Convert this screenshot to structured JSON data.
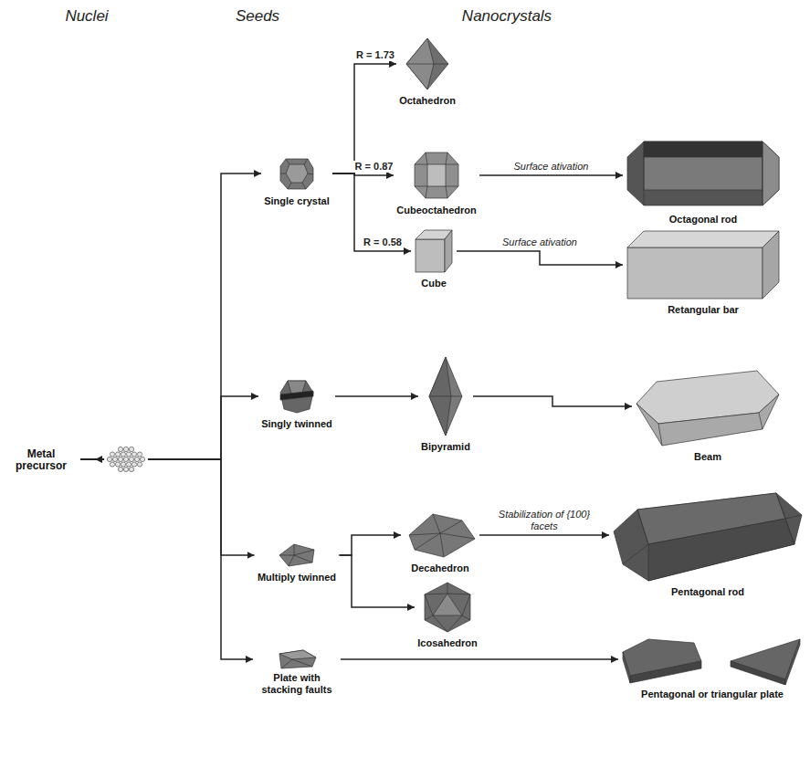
{
  "diagram": {
    "nodes": [
      {
        "text": [
          "Metal precursor"
        ]
      },
      {
        "text": [
          "Single crystal"
        ]
      },
      {
        "text": [
          "Octahedron"
        ]
      },
      {
        "text": [
          "Cubeoctahedron"
        ]
      },
      {
        "text": [
          "Octagonal rod"
        ]
      },
      {
        "text": [
          "Cube"
        ]
      },
      {
        "text": [
          "Retangular bar"
        ]
      },
      {
        "text": [
          "Singly twinned"
        ]
      },
      {
        "text": [
          "Bipyramid"
        ]
      },
      {
        "text": [
          "Beam"
        ]
      },
      {
        "text": [
          "Multiply twinned"
        ]
      },
      {
        "text": [
          "Decahedron"
        ]
      },
      {
        "text": [
          "Pentagonal rod"
        ]
      },
      {
        "text": [
          "Icosahedron"
        ]
      },
      {
        "text": [
          "Plate with stacking faults"
        ]
      },
      {
        "text": [
          "Pentagonal or triangular plate"
        ]
      }
    ],
    "edges": [
      {
        "from": 0,
        "to": 1,
        "arrow": "to"
      },
      {
        "from": 0,
        "to": 7,
        "arrow": "to"
      },
      {
        "from": 0,
        "to": 10,
        "arrow": "to"
      },
      {
        "from": 0,
        "to": 14,
        "arrow": "to"
      },
      {
        "from": 1,
        "to": 2,
        "label": "R = 1.73",
        "arrow": "to"
      },
      {
        "from": 1,
        "to": 3,
        "label": "R = 0.87",
        "arrow": "to"
      },
      {
        "from": 1,
        "to": 5,
        "label": "R = 0.58",
        "arrow": "to"
      },
      {
        "from": 3,
        "to": 4,
        "label": "Surface ativation",
        "arrow": "to"
      },
      {
        "from": 5,
        "to": 6,
        "label": "Surface ativation",
        "arrow": "to"
      },
      {
        "from": 7,
        "to": 8,
        "arrow": "to"
      },
      {
        "from": 8,
        "to": 9,
        "arrow": "to"
      },
      {
        "from": 10,
        "to": 11,
        "arrow": "to"
      },
      {
        "from": 10,
        "to": 13,
        "arrow": "to"
      },
      {
        "from": 11,
        "to": 12,
        "label": "Stabilization of {100} facets",
        "arrow": "to"
      },
      {
        "from": 14,
        "to": 15,
        "arrow": "to"
      }
    ],
    "labels": [
      "Nuclei",
      "Seeds",
      "Nanocrystals"
    ]
  }
}
